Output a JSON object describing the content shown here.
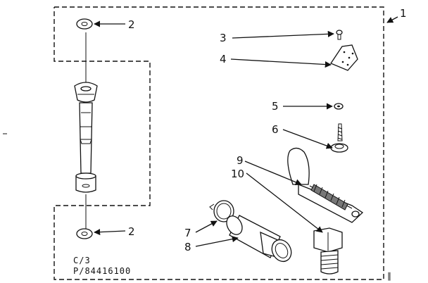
{
  "callouts": {
    "c1": "1",
    "c2_top": "2",
    "c2_bottom": "2",
    "c3": "3",
    "c4": "4",
    "c5": "5",
    "c6": "6",
    "c7": "7",
    "c8": "8",
    "c9": "9",
    "c10": "10"
  },
  "footer": {
    "line1": "C/3",
    "line2": "P/84416100"
  },
  "stray_marks": {
    "right_edge": "∥"
  }
}
